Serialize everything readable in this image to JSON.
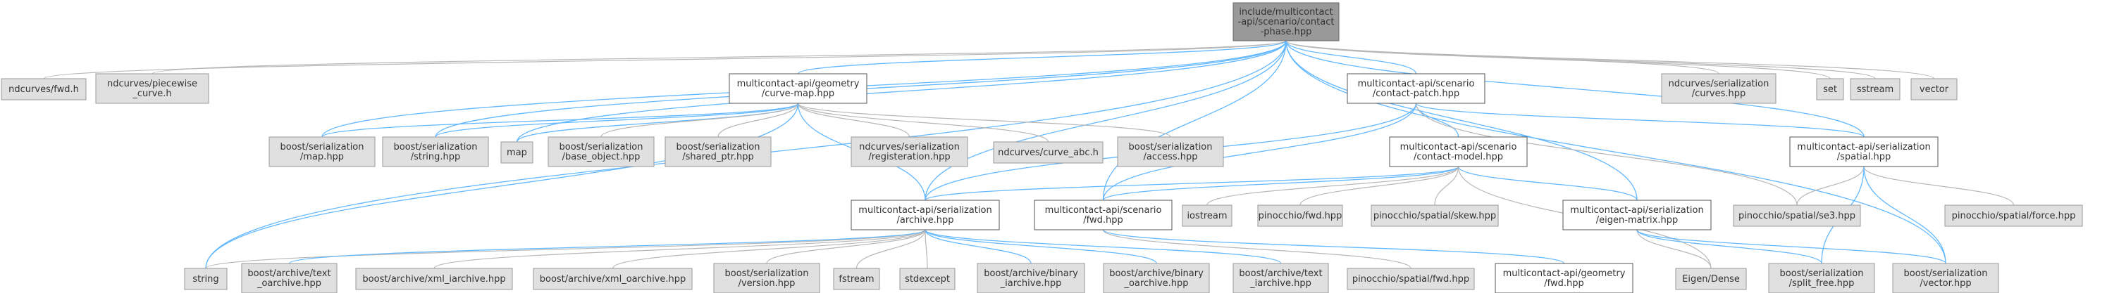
{
  "colors": {
    "edge_blue": "#63b8ff",
    "edge_gray": "#b7b7b7",
    "node_gray": "#e0e0e0",
    "root_fill": "#999999"
  },
  "nodes": [
    {
      "id": "root",
      "lines": [
        "include/multicontact",
        "-api/scenario/contact",
        "-phase.hpp"
      ],
      "style": "root"
    },
    {
      "id": "ndc_fwd",
      "lines": [
        "ndcurves/fwd.h"
      ],
      "style": "gray"
    },
    {
      "id": "ndc_pw",
      "lines": [
        "ndcurves/piecewise",
        "_curve.h"
      ],
      "style": "gray"
    },
    {
      "id": "geom_curvemap",
      "lines": [
        "multicontact-api/geometry",
        "/curve-map.hpp"
      ],
      "style": "white"
    },
    {
      "id": "contact_patch",
      "lines": [
        "multicontact-api/scenario",
        "/contact-patch.hpp"
      ],
      "style": "white"
    },
    {
      "id": "ndc_ser_curves",
      "lines": [
        "ndcurves/serialization",
        "/curves.hpp"
      ],
      "style": "gray"
    },
    {
      "id": "set",
      "lines": [
        "set"
      ],
      "style": "gray"
    },
    {
      "id": "sstream",
      "lines": [
        "sstream"
      ],
      "style": "gray"
    },
    {
      "id": "vector",
      "lines": [
        "vector"
      ],
      "style": "gray"
    },
    {
      "id": "bs_map",
      "lines": [
        "boost/serialization",
        "/map.hpp"
      ],
      "style": "gray"
    },
    {
      "id": "bs_string",
      "lines": [
        "boost/serialization",
        "/string.hpp"
      ],
      "style": "gray"
    },
    {
      "id": "map",
      "lines": [
        "map"
      ],
      "style": "gray"
    },
    {
      "id": "bs_base_object",
      "lines": [
        "boost/serialization",
        "/base_object.hpp"
      ],
      "style": "gray"
    },
    {
      "id": "bs_shared_ptr",
      "lines": [
        "boost/serialization",
        "/shared_ptr.hpp"
      ],
      "style": "gray"
    },
    {
      "id": "ndc_ser_reg",
      "lines": [
        "ndcurves/serialization",
        "/registeration.hpp"
      ],
      "style": "gray"
    },
    {
      "id": "ndc_curve_abc",
      "lines": [
        "ndcurves/curve_abc.h"
      ],
      "style": "gray"
    },
    {
      "id": "bs_access",
      "lines": [
        "boost/serialization",
        "/access.hpp"
      ],
      "style": "gray"
    },
    {
      "id": "contact_model",
      "lines": [
        "multicontact-api/scenario",
        "/contact-model.hpp"
      ],
      "style": "white"
    },
    {
      "id": "ser_spatial",
      "lines": [
        "multicontact-api/serialization",
        "/spatial.hpp"
      ],
      "style": "white"
    },
    {
      "id": "ser_archive",
      "lines": [
        "multicontact-api/serialization",
        "/archive.hpp"
      ],
      "style": "white"
    },
    {
      "id": "scen_fwd",
      "lines": [
        "multicontact-api/scenario",
        "/fwd.hpp"
      ],
      "style": "white"
    },
    {
      "id": "iostream",
      "lines": [
        "iostream"
      ],
      "style": "gray"
    },
    {
      "id": "pin_fwd",
      "lines": [
        "pinocchio/fwd.hpp"
      ],
      "style": "gray"
    },
    {
      "id": "pin_skew",
      "lines": [
        "pinocchio/spatial/skew.hpp"
      ],
      "style": "gray"
    },
    {
      "id": "ser_eigen",
      "lines": [
        "multicontact-api/serialization",
        "/eigen-matrix.hpp"
      ],
      "style": "white"
    },
    {
      "id": "pin_se3",
      "lines": [
        "pinocchio/spatial/se3.hpp"
      ],
      "style": "gray"
    },
    {
      "id": "pin_force",
      "lines": [
        "pinocchio/spatial/force.hpp"
      ],
      "style": "gray"
    },
    {
      "id": "string",
      "lines": [
        "string"
      ],
      "style": "gray"
    },
    {
      "id": "ba_text_o",
      "lines": [
        "boost/archive/text",
        "_oarchive.hpp"
      ],
      "style": "gray"
    },
    {
      "id": "ba_xml_i",
      "lines": [
        "boost/archive/xml_iarchive.hpp"
      ],
      "style": "gray"
    },
    {
      "id": "ba_xml_o",
      "lines": [
        "boost/archive/xml_oarchive.hpp"
      ],
      "style": "gray"
    },
    {
      "id": "bs_version",
      "lines": [
        "boost/serialization",
        "/version.hpp"
      ],
      "style": "gray"
    },
    {
      "id": "fstream",
      "lines": [
        "fstream"
      ],
      "style": "gray"
    },
    {
      "id": "stdexcept",
      "lines": [
        "stdexcept"
      ],
      "style": "gray"
    },
    {
      "id": "ba_bin_i",
      "lines": [
        "boost/archive/binary",
        "_iarchive.hpp"
      ],
      "style": "gray"
    },
    {
      "id": "ba_bin_o",
      "lines": [
        "boost/archive/binary",
        "_oarchive.hpp"
      ],
      "style": "gray"
    },
    {
      "id": "ba_text_i",
      "lines": [
        "boost/archive/text",
        "_iarchive.hpp"
      ],
      "style": "gray"
    },
    {
      "id": "pin_spatial_fwd",
      "lines": [
        "pinocchio/spatial/fwd.hpp"
      ],
      "style": "gray"
    },
    {
      "id": "geom_fwd",
      "lines": [
        "multicontact-api/geometry",
        "/fwd.hpp"
      ],
      "style": "white"
    },
    {
      "id": "eigen_dense",
      "lines": [
        "Eigen/Dense"
      ],
      "style": "gray"
    },
    {
      "id": "bs_split_free",
      "lines": [
        "boost/serialization",
        "/split_free.hpp"
      ],
      "style": "gray"
    },
    {
      "id": "bs_vector",
      "lines": [
        "boost/serialization",
        "/vector.hpp"
      ],
      "style": "gray"
    }
  ]
}
